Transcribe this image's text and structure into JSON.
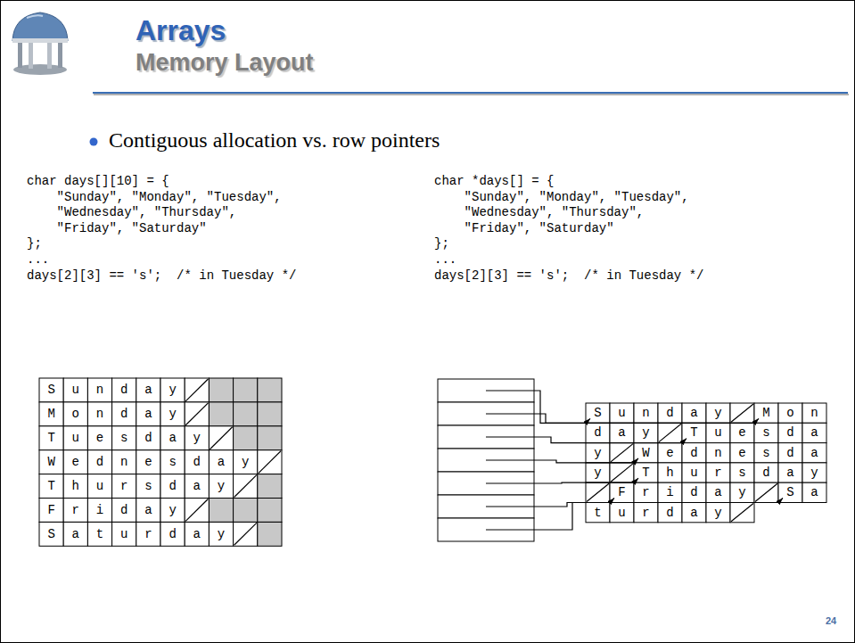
{
  "diagram": {
    "title": "Arrays",
    "labels": [
      "Memory Layout",
      "Contiguous allocation vs. row pointers",
      "char days[][10] = {",
      "\"Sunday\", \"Monday\", \"Tuesday\",",
      "\"Wednesday\", \"Thursday\",",
      "\"Friday\", \"Saturday\"",
      "};",
      "...",
      "days[2][3] == 's';  /* in Tuesday */",
      "char *days[] = {",
      "\"Sunday\", \"Monday\", \"Tuesday\",",
      "\"Wednesday\", \"Thursday\",",
      "\"Friday\", \"Saturday\"",
      "};",
      "...",
      "days[2][3] == 's';  /* in Tuesday */",
      "S",
      "u",
      "n",
      "d",
      "a",
      "y",
      "M",
      "o",
      "n",
      "d",
      "a",
      "y",
      "T",
      "u",
      "e",
      "s",
      "d",
      "a",
      "y",
      "W",
      "e",
      "d",
      "n",
      "e",
      "s",
      "d",
      "a",
      "y",
      "T",
      "h",
      "u",
      "r",
      "s",
      "d",
      "a",
      "y",
      "F",
      "r",
      "i",
      "d",
      "a",
      "y",
      "S",
      "a",
      "t",
      "u",
      "r",
      "d",
      "a",
      "y",
      "S",
      "u",
      "n",
      "d",
      "a",
      "y",
      "M",
      "o",
      "n",
      "d",
      "a",
      "y",
      "T",
      "u",
      "e",
      "s",
      "d",
      "a",
      "y",
      "W",
      "e",
      "d",
      "n",
      "e",
      "s",
      "d",
      "a",
      "y",
      "T",
      "h",
      "u",
      "r",
      "s",
      "d",
      "a",
      "y",
      "F",
      "r",
      "i",
      "d",
      "a",
      "y",
      "S",
      "a",
      "t",
      "u",
      "r",
      "d",
      "a",
      "y",
      "24"
    ]
  }
}
